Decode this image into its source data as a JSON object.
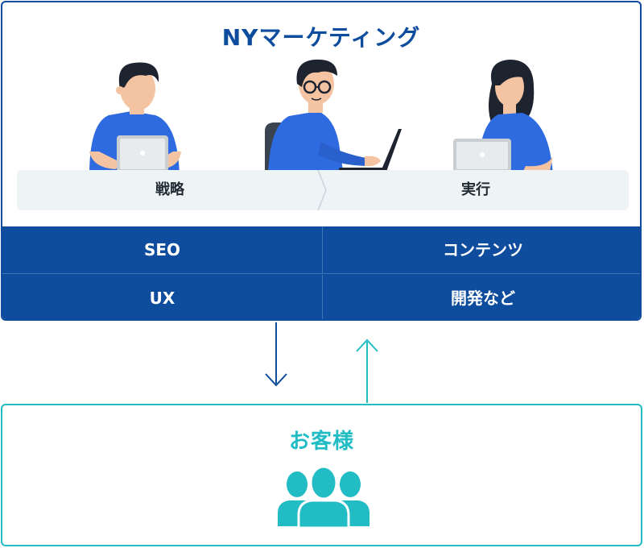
{
  "title": "NYマーケティング",
  "phases": {
    "left": "戦略",
    "right": "実行"
  },
  "services": [
    "SEO",
    "コンテンツ",
    "UX",
    "開発など"
  ],
  "customer": {
    "label": "お客様",
    "icon": "customer-group-icon"
  },
  "colors": {
    "primary": "#0e4c9e",
    "accent": "#22bcc4",
    "phase_bg": "#eef3f5",
    "figure_shirt": "#2f6be0",
    "skin": "#f4c3a1",
    "hair": "#1d2430"
  }
}
